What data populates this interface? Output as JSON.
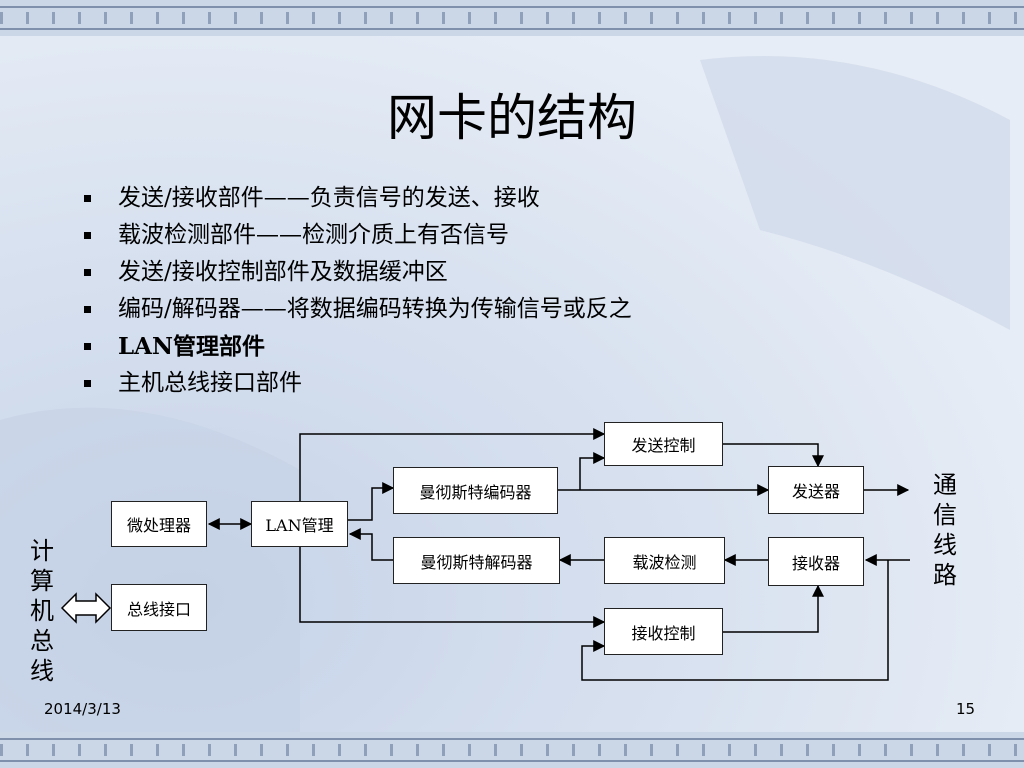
{
  "slide": {
    "title": "网卡的结构",
    "bullets": [
      "发送/接收部件——负责信号的发送、接收",
      "载波检测部件——检测介质上有否信号",
      "发送/接收控制部件及数据缓冲区",
      "编码/解码器——将数据编码转换为传输信号或反之",
      "LAN管理部件",
      "主机总线接口部件"
    ],
    "footer": {
      "date": "2014/3/13",
      "page": "15"
    }
  },
  "diagram": {
    "boxes": {
      "tx_control": "发送控制",
      "manchester_encoder": "曼彻斯特编码器",
      "transmitter": "发送器",
      "microprocessor": "微处理器",
      "lan_manager": "LAN管理",
      "manchester_decoder": "曼彻斯特解码器",
      "carrier_detect": "载波检测",
      "receiver": "接收器",
      "bus_interface": "总线接口",
      "rx_control": "接收控制"
    },
    "side_labels": {
      "comm_line": [
        "通",
        "信",
        "线",
        "路"
      ],
      "computer_bus": [
        "计",
        "算",
        "机",
        "总",
        "线"
      ]
    }
  }
}
